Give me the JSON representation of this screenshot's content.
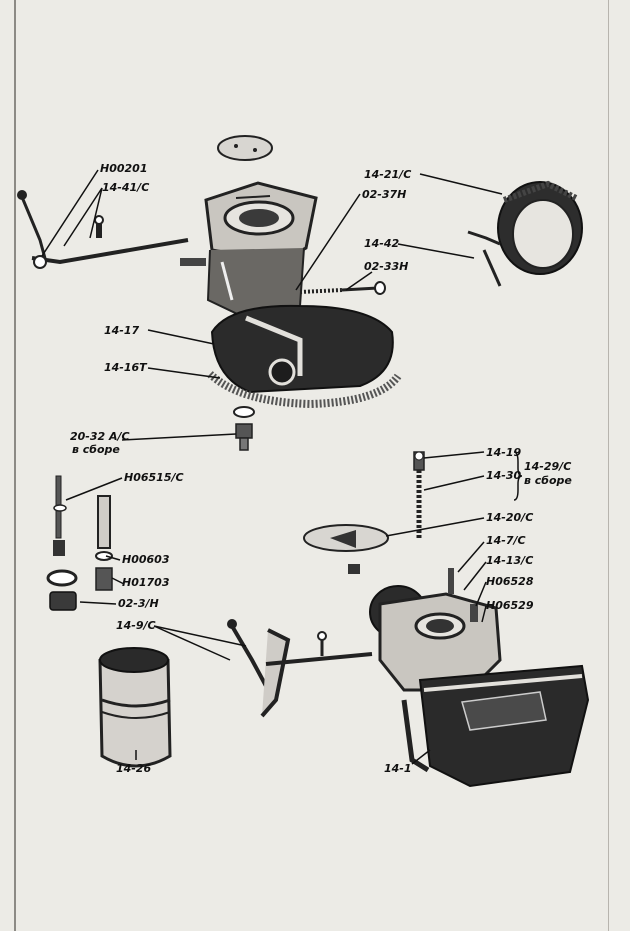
{
  "labels": {
    "h00201": "H00201",
    "p14_41c": "14-41/C",
    "p14_21c": "14-21/C",
    "p02_37h": "02-37H",
    "p14_42": "14-42",
    "p02_33h": "02-33H",
    "p14_17": "14-17",
    "p14_16t": "14-16T",
    "p20_32ac": "20-32 A/C",
    "v_sbore_1": "в сборе",
    "p14_19": "14-19",
    "p14_30": "14-30",
    "p14_29c": "14-29/C",
    "v_sbore_2": "в сборе",
    "h06515c": "H06515/C",
    "p14_20c": "14-20/C",
    "p14_7c": "14-7/C",
    "p14_13c": "14-13/C",
    "h00603": "H00603",
    "h06528": "H06528",
    "h01703": "H01703",
    "p02_3h": "02-3/H",
    "h06529": "H06529",
    "p14_9c": "14-9/C",
    "p14_26": "14-26",
    "p14_1": "14-1"
  }
}
